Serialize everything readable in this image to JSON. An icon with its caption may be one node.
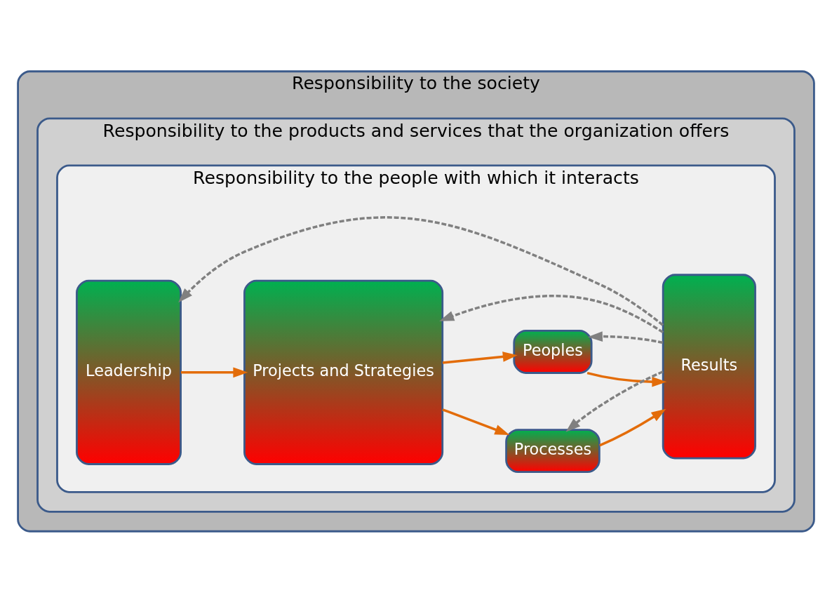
{
  "diagram": {
    "nodes": [
      {
        "text": [
          "Responsibility to the society"
        ]
      },
      {
        "text": [
          "Responsibility to the products and services that the organization offers"
        ],
        "in": 0
      },
      {
        "text": [
          "Responsibility to the people with which it interacts"
        ],
        "in": 1
      },
      {
        "text": [
          "Leadership"
        ],
        "in": 2
      },
      {
        "text": [
          "Projects and Strategies"
        ],
        "in": 2
      },
      {
        "text": [
          "Processes"
        ],
        "in": 2
      },
      {
        "text": [
          "Peoples"
        ],
        "in": 2
      },
      {
        "text": [
          "Results"
        ],
        "in": 2
      }
    ],
    "edges": [
      {
        "from": 3,
        "to": 4,
        "arrow": "to"
      },
      {
        "from": 4,
        "to": 5,
        "arrow": "to"
      },
      {
        "from": 4,
        "to": 6,
        "arrow": "to"
      },
      {
        "from": 5,
        "to": 7,
        "arrow": "to"
      },
      {
        "from": 6,
        "to": 7,
        "arrow": "to"
      },
      {
        "from": 7,
        "to": 3,
        "arrow": "to",
        "style": "dashed",
        "color": "#808080"
      },
      {
        "from": 7,
        "to": 5,
        "arrow": "to",
        "style": "dashed",
        "color": "#808080"
      },
      {
        "from": 7,
        "to": 6,
        "arrow": "to",
        "style": "dashed",
        "color": "#808080"
      },
      {
        "from": 7,
        "to": 4,
        "arrow": "to",
        "style": "dashed",
        "color": "#808080"
      }
    ]
  }
}
